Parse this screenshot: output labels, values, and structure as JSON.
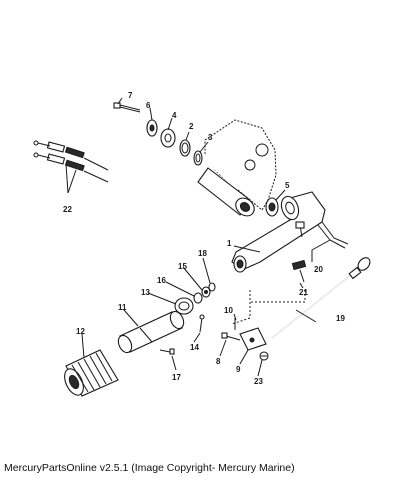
{
  "footer": "MercuryPartsOnline v2.5.1 (Image Copyright- Mercury Marine)",
  "callouts": {
    "c1": "1",
    "c2": "2",
    "c3": "3",
    "c4": "4",
    "c5": "5",
    "c6": "6",
    "c7": "7",
    "c8": "8",
    "c9": "9",
    "c10": "10",
    "c11": "11",
    "c12": "12",
    "c13": "13",
    "c14": "14",
    "c15": "15",
    "c16": "16",
    "c17": "17",
    "c18": "18",
    "c19": "19",
    "c20": "20",
    "c21": "21",
    "c22": "22",
    "c23": "23"
  }
}
